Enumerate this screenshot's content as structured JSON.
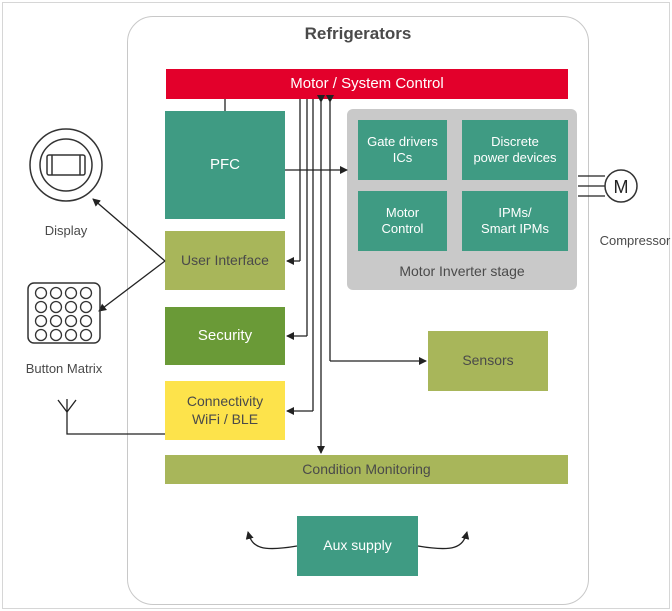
{
  "diagram": {
    "title": "Refrigerators",
    "motor_control_bar": "Motor / System Control",
    "pfc": "PFC",
    "user_interface": "User Interface",
    "security": "Security",
    "connectivity": [
      "Connectivity",
      "WiFi / BLE"
    ],
    "condition_monitoring": "Condition Monitoring",
    "aux_supply": "Aux supply",
    "sensors": "Sensors",
    "inverter": {
      "label": "Motor Inverter stage",
      "gate_drivers": [
        "Gate drivers",
        "ICs"
      ],
      "discrete": [
        "Discrete",
        "power devices"
      ],
      "motor_control": [
        "Motor",
        "Control"
      ],
      "ipms": [
        "IPMs/",
        "Smart IPMs"
      ]
    },
    "external": {
      "display": "Display",
      "button_matrix": "Button Matrix",
      "compressor": "Compressor",
      "motor_symbol": "M"
    }
  },
  "colors": {
    "red": "#e3002b",
    "teal": "#3f9b83",
    "olive": "#a8b65a",
    "green": "#6a9a37",
    "yellow": "#fde34b",
    "gray": "#c9c9c9"
  }
}
